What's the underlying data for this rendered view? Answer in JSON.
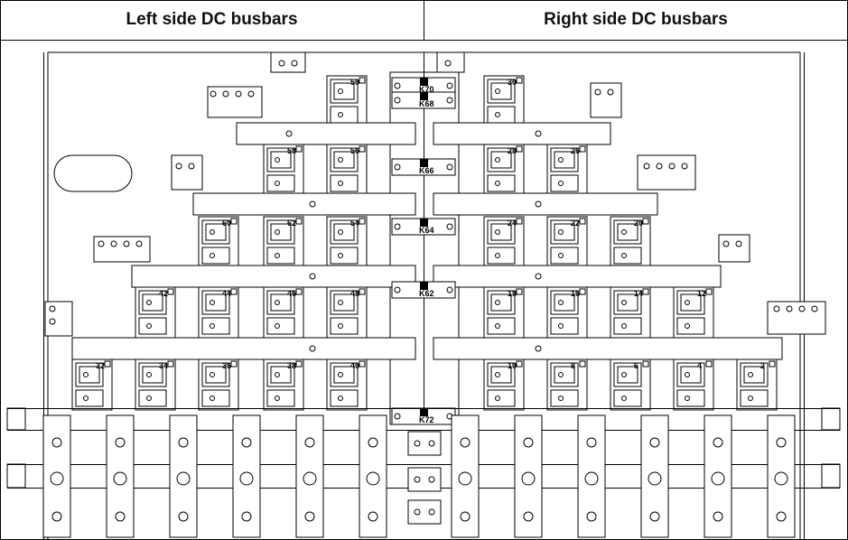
{
  "header": {
    "left_title": "Left side DC busbars",
    "right_title": "Right side DC busbars"
  },
  "diagram": {
    "connector_labels": [
      "K70",
      "K68",
      "K66",
      "K64",
      "K62",
      "K72"
    ],
    "module_labels_left": [
      "50",
      "58",
      "56",
      "60",
      "62",
      "54",
      "42",
      "44",
      "46",
      "48",
      "32",
      "34",
      "36",
      "38",
      "40"
    ],
    "module_labels_right": [
      "30",
      "28",
      "26",
      "24",
      "22",
      "20",
      "18",
      "16",
      "14",
      "12",
      "10",
      "8",
      "6",
      "4",
      "2"
    ],
    "line_color": "#000000",
    "background_color": "#ffffff"
  }
}
